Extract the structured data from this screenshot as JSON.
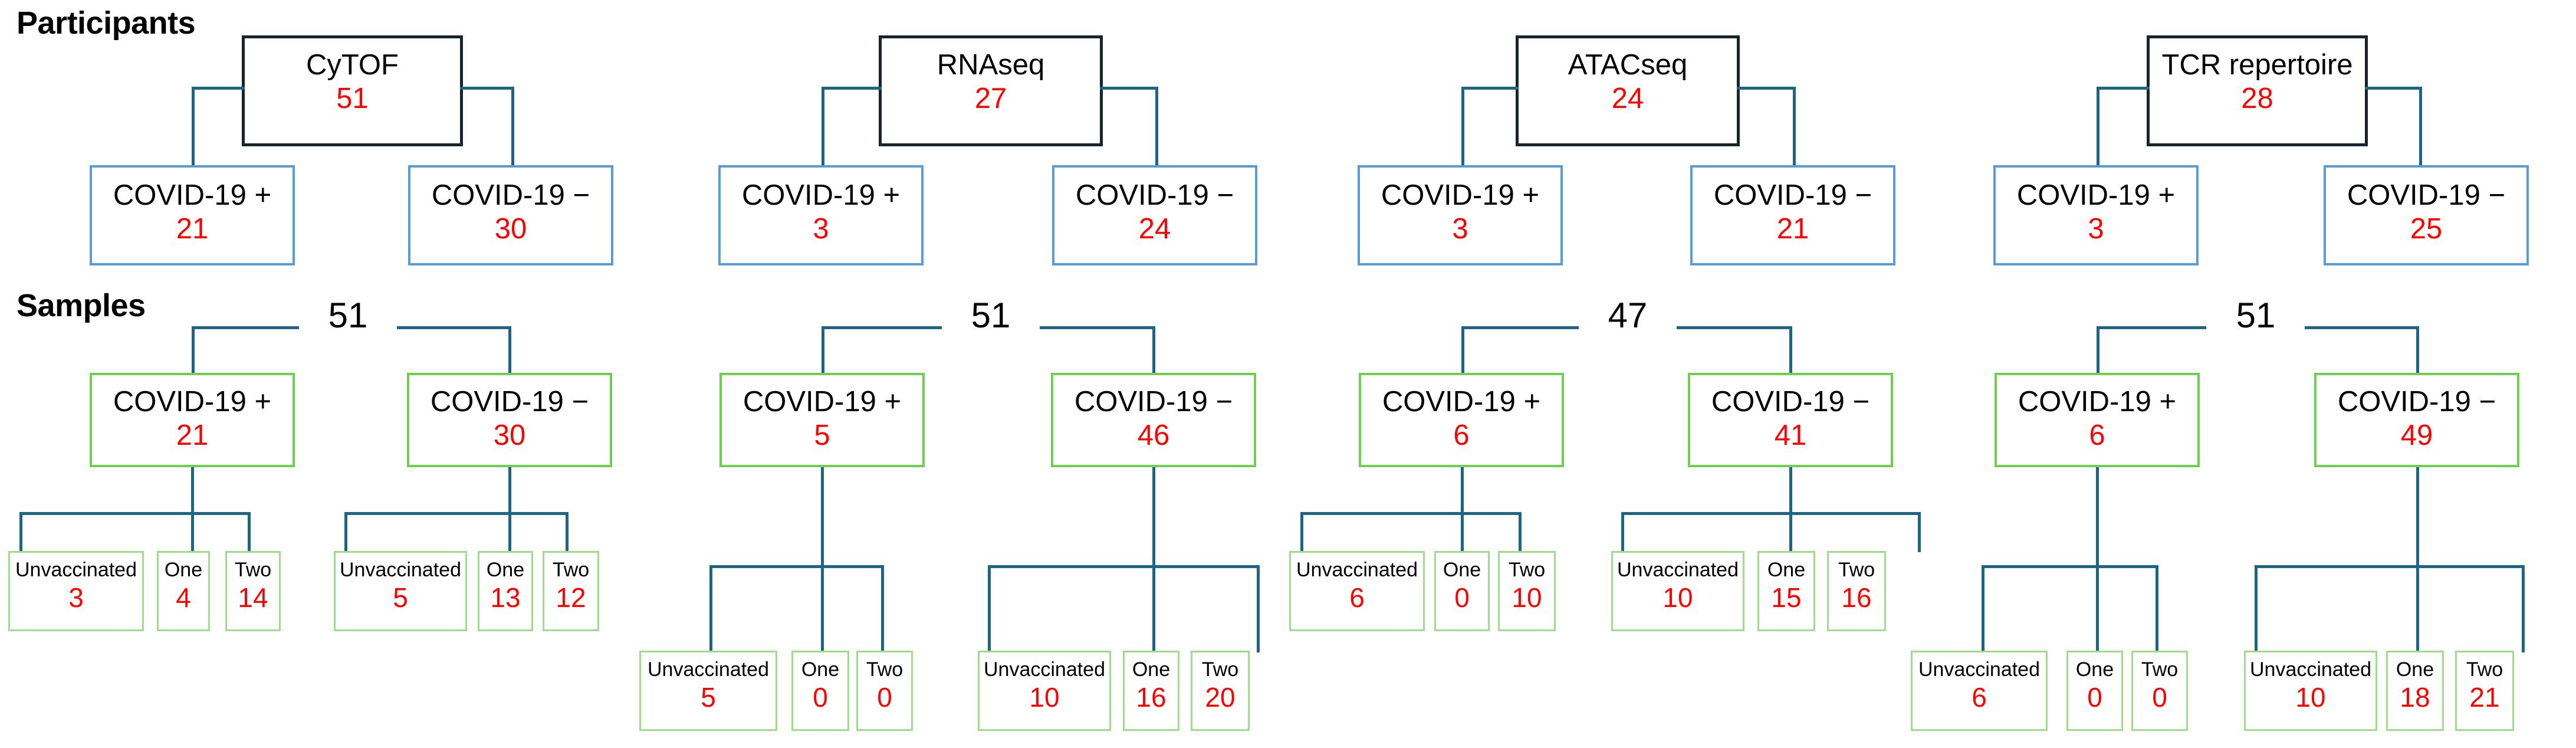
{
  "sections": {
    "participants": "Participants",
    "samples": "Samples"
  },
  "colors": {
    "assay_border": "#16242e",
    "participant_border": "#5b9bd5",
    "sample_border": "#70cf53",
    "leaf_border": "#9fdd8c",
    "connector": "#1d6585",
    "count_text": "#ff0000",
    "label_text": "#000000"
  },
  "labels": {
    "covid_pos": "COVID-19 +",
    "covid_neg": "COVID-19 −",
    "unvaccinated": "Unvaccinated",
    "one": "One",
    "two": "Two"
  },
  "columns": [
    {
      "assay": "CyTOF",
      "participants": {
        "total": "51",
        "positive": "21",
        "negative": "30"
      },
      "samples": {
        "total": "51",
        "positive": "21",
        "negative": "30",
        "positive_vax": {
          "unvaccinated": "3",
          "one": "4",
          "two": "14"
        },
        "negative_vax": {
          "unvaccinated": "5",
          "one": "13",
          "two": "12"
        }
      }
    },
    {
      "assay": "RNAseq",
      "participants": {
        "total": "27",
        "positive": "3",
        "negative": "24"
      },
      "samples": {
        "total": "51",
        "positive": "5",
        "negative": "46",
        "positive_vax": {
          "unvaccinated": "5",
          "one": "0",
          "two": "0"
        },
        "negative_vax": {
          "unvaccinated": "10",
          "one": "16",
          "two": "20"
        }
      }
    },
    {
      "assay": "ATACseq",
      "participants": {
        "total": "24",
        "positive": "3",
        "negative": "21"
      },
      "samples": {
        "total": "47",
        "positive": "6",
        "negative": "41",
        "positive_vax": {
          "unvaccinated": "6",
          "one": "0",
          "two": "10"
        },
        "negative_vax": {
          "unvaccinated": "10",
          "one": "15",
          "two": "16"
        }
      }
    },
    {
      "assay": "TCR repertoire",
      "participants": {
        "total": "28",
        "positive": "3",
        "negative": "25"
      },
      "samples": {
        "total": "51",
        "positive": "6",
        "negative": "49",
        "positive_vax": {
          "unvaccinated": "6",
          "one": "0",
          "two": "0"
        },
        "negative_vax": {
          "unvaccinated": "10",
          "one": "18",
          "two": "21"
        }
      }
    }
  ],
  "chart_data": {
    "type": "diagram",
    "title": "Participant and sample counts by assay, COVID-19 status and vaccination doses",
    "rows": [
      "Participants",
      "Samples"
    ],
    "assays": [
      "CyTOF",
      "RNAseq",
      "ATACseq",
      "TCR repertoire"
    ],
    "participant_totals": [
      51,
      27,
      24,
      28
    ],
    "participant_positive": [
      21,
      3,
      3,
      3
    ],
    "participant_negative": [
      30,
      24,
      21,
      25
    ],
    "sample_totals": [
      51,
      51,
      47,
      51
    ],
    "sample_positive": [
      21,
      5,
      6,
      6
    ],
    "sample_negative": [
      30,
      46,
      41,
      49
    ],
    "vaccination_categories": [
      "Unvaccinated",
      "One",
      "Two"
    ],
    "sample_positive_by_vax": [
      [
        3,
        4,
        14
      ],
      [
        5,
        0,
        0
      ],
      [
        6,
        0,
        10
      ],
      [
        6,
        0,
        0
      ]
    ],
    "sample_negative_by_vax": [
      [
        5,
        13,
        12
      ],
      [
        10,
        16,
        20
      ],
      [
        10,
        15,
        16
      ],
      [
        10,
        18,
        21
      ]
    ]
  }
}
